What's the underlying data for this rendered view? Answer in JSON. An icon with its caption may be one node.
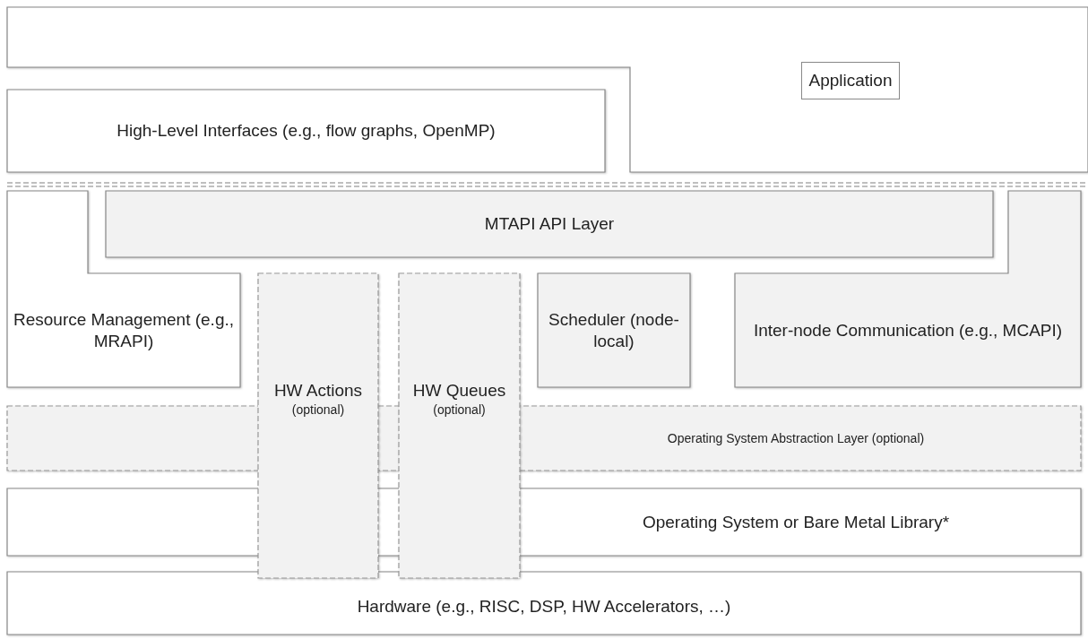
{
  "diagram": {
    "nodes": [
      {
        "text": [
          "Application"
        ]
      },
      {
        "text": [
          "High-Level Interfaces (e.g., flow graphs, OpenMP)"
        ]
      },
      {
        "text": [
          "MTAPI API Layer"
        ]
      },
      {
        "text": [
          "Resource Management (e.g., MRAPI)"
        ]
      },
      {
        "text": [
          "HW Actions",
          "(optional)"
        ]
      },
      {
        "text": [
          "HW Queues",
          "(optional)"
        ]
      },
      {
        "text": [
          "Scheduler (node-local)"
        ]
      },
      {
        "text": [
          "Inter-node Communication (e.g., MCAPI)"
        ]
      },
      {
        "text": [
          "Operating System Abstraction Layer (optional)"
        ]
      },
      {
        "text": [
          "Operating System or Bare Metal Library*"
        ]
      },
      {
        "text": [
          "Hardware (e.g., RISC, DSP, HW Accelerators, …)"
        ]
      }
    ],
    "edges": []
  }
}
